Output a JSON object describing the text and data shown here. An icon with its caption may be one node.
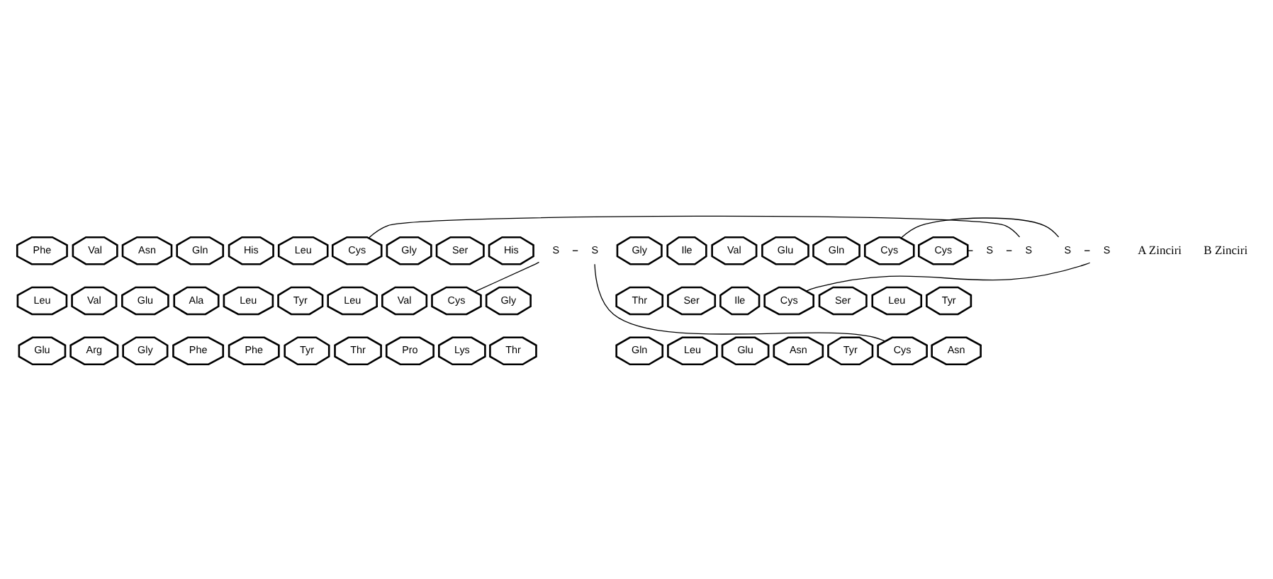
{
  "diagram": {
    "nodes": [
      {
        "text": [
          "Phe"
        ]
      },
      {
        "text": [
          "Val"
        ]
      },
      {
        "text": [
          "Asn"
        ]
      },
      {
        "text": [
          "Gln"
        ]
      },
      {
        "text": [
          "His"
        ]
      },
      {
        "text": [
          "Leu"
        ]
      },
      {
        "text": [
          "Cys"
        ]
      },
      {
        "text": [
          "Gly"
        ]
      },
      {
        "text": [
          "Ser"
        ]
      },
      {
        "text": [
          "His"
        ]
      },
      {
        "text": [
          "Leu"
        ]
      },
      {
        "text": [
          "Val"
        ]
      },
      {
        "text": [
          "Glu"
        ]
      },
      {
        "text": [
          "Ala"
        ]
      },
      {
        "text": [
          "Leu"
        ]
      },
      {
        "text": [
          "Tyr"
        ]
      },
      {
        "text": [
          "Leu"
        ]
      },
      {
        "text": [
          "Val"
        ]
      },
      {
        "text": [
          "Cys"
        ]
      },
      {
        "text": [
          "Gly"
        ]
      },
      {
        "text": [
          "Glu"
        ]
      },
      {
        "text": [
          "Arg"
        ]
      },
      {
        "text": [
          "Gly"
        ]
      },
      {
        "text": [
          "Phe"
        ]
      },
      {
        "text": [
          "Phe"
        ]
      },
      {
        "text": [
          "Tyr"
        ]
      },
      {
        "text": [
          "Thr"
        ]
      },
      {
        "text": [
          "Pro"
        ]
      },
      {
        "text": [
          "Lys"
        ]
      },
      {
        "text": [
          "Thr"
        ]
      },
      {
        "text": [
          "Gly"
        ]
      },
      {
        "text": [
          "Ile"
        ]
      },
      {
        "text": [
          "Val"
        ]
      },
      {
        "text": [
          "Glu"
        ]
      },
      {
        "text": [
          "Gln"
        ]
      },
      {
        "text": [
          "Cys"
        ]
      },
      {
        "text": [
          "Cys"
        ]
      },
      {
        "text": [
          "Thr"
        ]
      },
      {
        "text": [
          "Ser"
        ]
      },
      {
        "text": [
          "Ile"
        ]
      },
      {
        "text": [
          "Cys"
        ]
      },
      {
        "text": [
          "Ser"
        ]
      },
      {
        "text": [
          "Leu"
        ]
      },
      {
        "text": [
          "Tyr"
        ]
      },
      {
        "text": [
          "Gln"
        ]
      },
      {
        "text": [
          "Leu"
        ]
      },
      {
        "text": [
          "Glu"
        ]
      },
      {
        "text": [
          "Asn"
        ]
      },
      {
        "text": [
          "Tyr"
        ]
      },
      {
        "text": [
          "Cys"
        ]
      },
      {
        "text": [
          "Asn"
        ]
      },
      {
        "text": [
          "S"
        ]
      },
      {
        "text": [
          "S"
        ]
      },
      {
        "text": [
          "S"
        ]
      },
      {
        "text": [
          "S"
        ]
      },
      {
        "text": [
          "S"
        ]
      },
      {
        "text": [
          "S"
        ]
      }
    ],
    "edges": [
      {
        "from": 6,
        "to": 51,
        "arrow": "none"
      },
      {
        "from": 51,
        "to": 52,
        "arrow": "none"
      },
      {
        "from": 52,
        "to": 36,
        "arrow": "none"
      },
      {
        "from": 35,
        "to": 53,
        "arrow": "none"
      },
      {
        "from": 53,
        "to": 54,
        "arrow": "none"
      },
      {
        "from": 54,
        "to": 40,
        "arrow": "none"
      },
      {
        "from": 49,
        "to": 55,
        "arrow": "none"
      },
      {
        "from": 55,
        "to": 56,
        "arrow": "none"
      },
      {
        "from": 56,
        "to": 18,
        "arrow": "none"
      }
    ],
    "labels": [
      "A Zinciri",
      "B Zinciri"
    ]
  }
}
